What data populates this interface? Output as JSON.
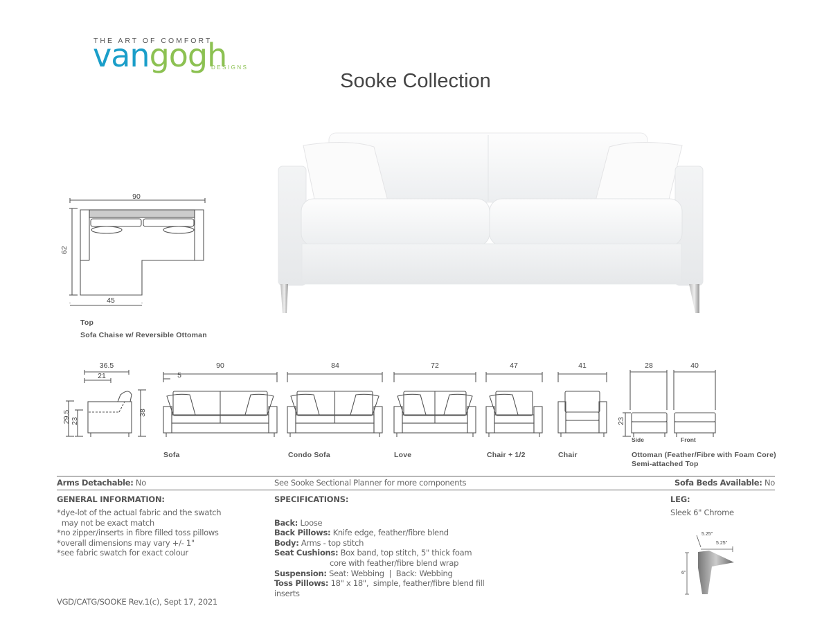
{
  "brand": {
    "tagline": "THE ART OF COMFORT",
    "name_part1": "van",
    "name_part2": "gogh",
    "sub": "DESIGNS",
    "color_blue": "#1a9ec9",
    "color_green": "#8cc152"
  },
  "title": "Sooke Collection",
  "top_view": {
    "width": "90",
    "depth": "62",
    "chaise_width": "45",
    "label": "Top",
    "caption": "Sofa Chaise w/ Reversible Ottoman"
  },
  "side_view": {
    "depth": "36.5",
    "seat_depth": "21",
    "arm_height": "29.5",
    "seat_height": "23",
    "height": "38"
  },
  "pieces": [
    {
      "label": "Sofa",
      "width": "90",
      "extra": "5"
    },
    {
      "label": "Condo Sofa",
      "width": "84"
    },
    {
      "label": "Love",
      "width": "72"
    },
    {
      "label": "Chair + 1/2",
      "width": "47"
    },
    {
      "label": "Chair",
      "width": "41"
    }
  ],
  "ottoman": {
    "side_width": "28",
    "front_width": "40",
    "height": "23",
    "side_label": "Side",
    "front_label": "Front",
    "label": "Ottoman (Feather/Fibre with Foam Core)",
    "label2": "Semi-attached Top"
  },
  "info_bar": {
    "arms_key": "Arms Detachable:",
    "arms_val": "No",
    "planner": "See Sooke Sectional Planner for more components",
    "beds_key": "Sofa Beds Available:",
    "beds_val": "No"
  },
  "general": {
    "heading": "GENERAL INFORMATION:",
    "lines": [
      "*dye-lot of the actual fabric and the swatch",
      "  may not be exact match",
      "*no zipper/inserts in fibre filled toss pillows",
      "*overall dimensions may vary +/- 1\"",
      "*see fabric swatch for exact colour"
    ]
  },
  "specs": {
    "heading": "SPECIFICATIONS:",
    "items": [
      {
        "key": "Back:",
        "val": "Loose"
      },
      {
        "key": "Back Pillows:",
        "val": "Knife edge, feather/fibre blend"
      },
      {
        "key": "Body:",
        "val": "Arms - top stitch"
      },
      {
        "key": "Seat Cushions:",
        "val": "Box band, top stitch, 5\" thick foam",
        "cont": "core with feather/fibre blend wrap"
      },
      {
        "key": "Suspension:",
        "val": "Seat: Webbing  |  Back: Webbing"
      },
      {
        "key": "Toss Pillows:",
        "val": "18\" x 18\",  simple, feather/fibre blend fill",
        "cont": "inserts"
      }
    ]
  },
  "leg": {
    "heading": "LEG:",
    "desc": "Sleek 6\" Chrome",
    "dim_a": "5.25\"",
    "dim_b": "5.25\"",
    "dim_h": "6\""
  },
  "footer": "VGD/CATG/SOOKE Rev.1(c), Sept 17, 2021"
}
